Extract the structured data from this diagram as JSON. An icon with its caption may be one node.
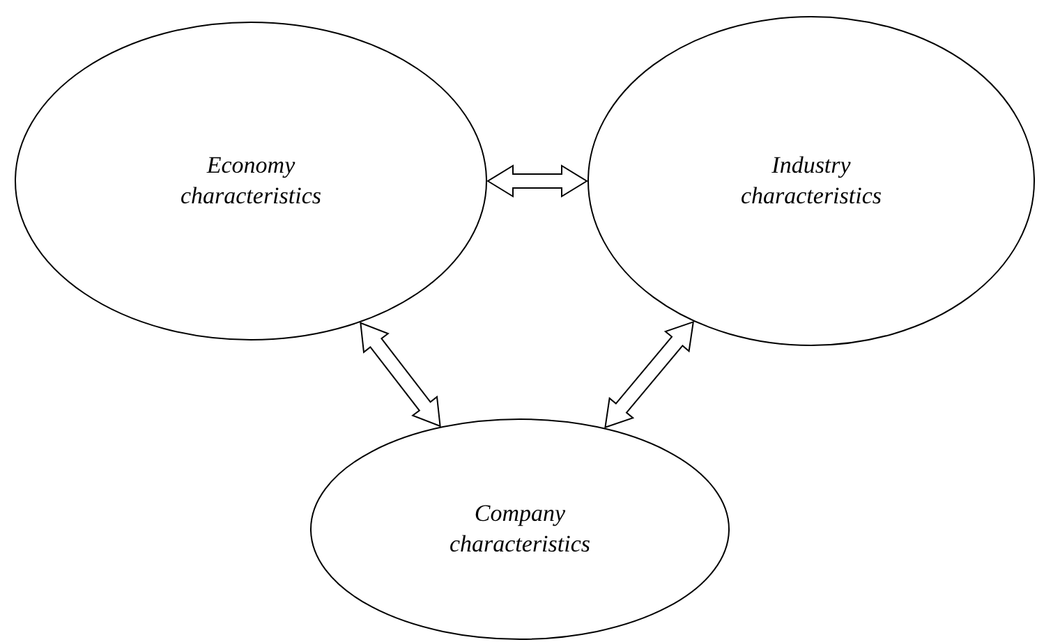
{
  "diagram": {
    "nodes": [
      {
        "text": [
          "Economy characteristics"
        ]
      },
      {
        "text": [
          "Industry characteristics"
        ]
      },
      {
        "text": [
          "Company characteristics"
        ]
      }
    ],
    "edges": [
      {
        "from": 0,
        "to": 1,
        "arrow": "both"
      },
      {
        "from": 0,
        "to": 2,
        "arrow": "both"
      },
      {
        "from": 1,
        "to": 2,
        "arrow": "both"
      }
    ]
  }
}
